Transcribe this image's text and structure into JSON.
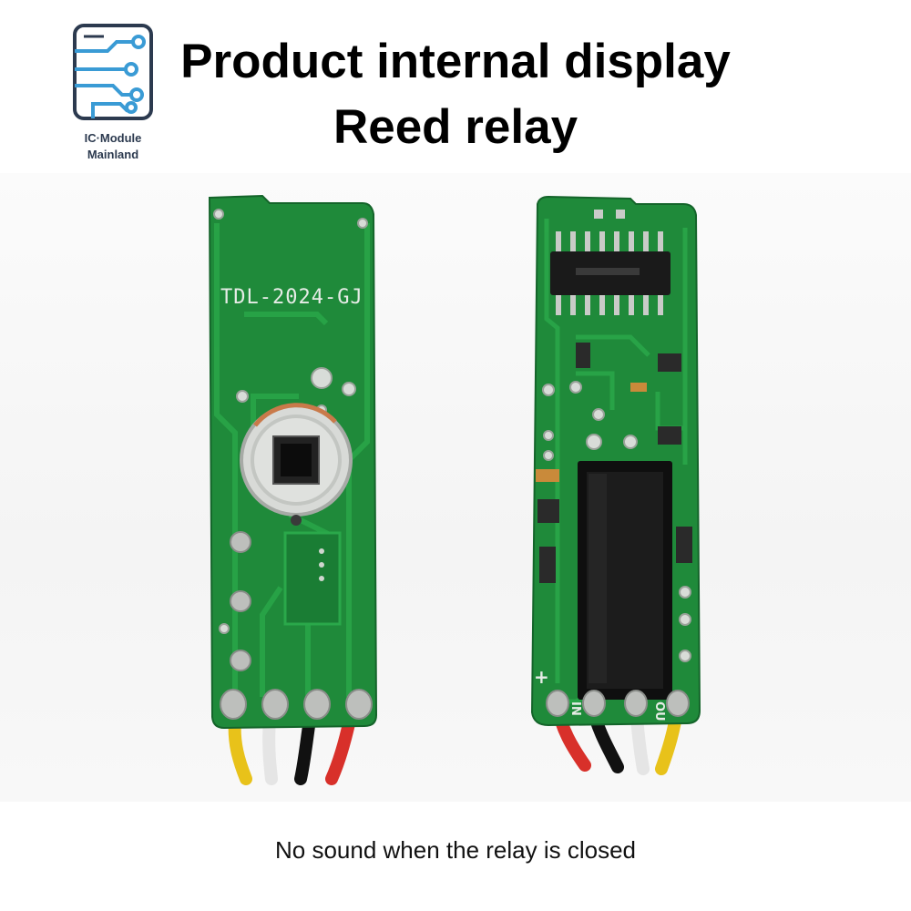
{
  "logo": {
    "icon": "circuit-board-icon",
    "line1": "IC·Module",
    "line2": "Mainland",
    "color": "#2c3a4f",
    "accent": "#3a9bd5"
  },
  "title": {
    "line1": "Product internal display",
    "line2": "Reed relay"
  },
  "left_board": {
    "silkscreen": "TDL-2024-GJ",
    "pcb_color": "#1f8a3a",
    "wires": [
      "#e8c21a",
      "#f2f2f2",
      "#111111",
      "#d8302a"
    ]
  },
  "right_board": {
    "plus_label": "+",
    "in_label": "IN",
    "out_label": "OU",
    "pcb_color": "#1f8a3a",
    "wires": [
      "#d8302a",
      "#111111",
      "#f2f2f2",
      "#e8c21a"
    ]
  },
  "caption": "No sound when the relay is closed"
}
